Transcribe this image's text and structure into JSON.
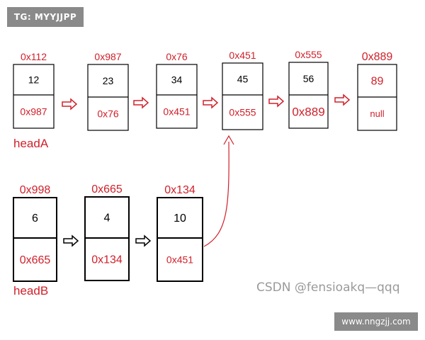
{
  "badge": {
    "text": "TG: MYYJJPP"
  },
  "watermark": {
    "text": "CSDN @fensioakq—qqq"
  },
  "url_badge": {
    "text": "www.nngzjj.com"
  },
  "list_a": {
    "label": "headA",
    "nodes": [
      {
        "address": "0x112",
        "value": "12",
        "next": "0x987"
      },
      {
        "address": "0x987",
        "value": "23",
        "next": "0x76"
      },
      {
        "address": "0x76",
        "value": "34",
        "next": "0x451"
      },
      {
        "address": "0x451",
        "value": "45",
        "next": "0x555"
      },
      {
        "address": "0x555",
        "value": "56",
        "next": "0x889"
      },
      {
        "address": "0x889",
        "value": "89",
        "next": "null"
      }
    ]
  },
  "list_b": {
    "label": "headB",
    "nodes": [
      {
        "address": "0x998",
        "value": "6",
        "next": "0x665"
      },
      {
        "address": "0x665",
        "value": "4",
        "next": "0x134"
      },
      {
        "address": "0x134",
        "value": "10",
        "next": "0x451"
      }
    ]
  },
  "colors": {
    "accent": "#d0202a",
    "box_stroke": "#000000",
    "arrow_red": "#d0202a",
    "arrow_black": "#000000"
  }
}
